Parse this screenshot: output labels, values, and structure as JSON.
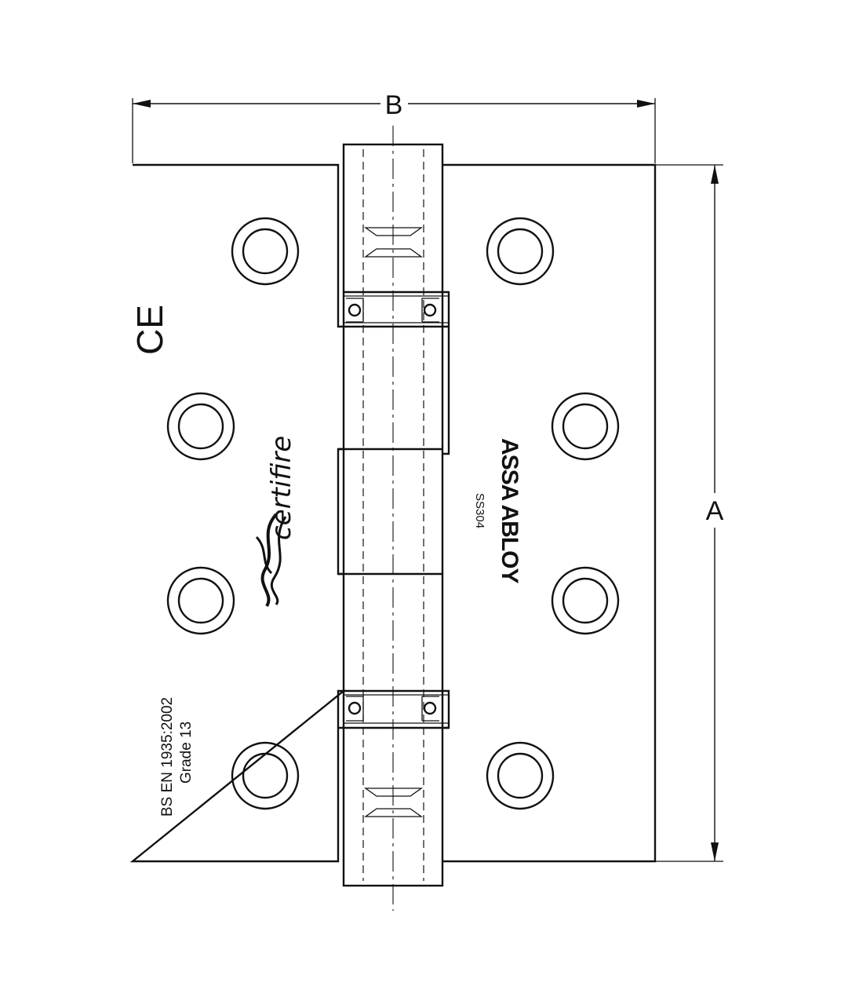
{
  "dimensions": {
    "width_label": "B",
    "height_label": "A"
  },
  "markings": {
    "ce_mark": "CE",
    "certifire_logo": "certifire",
    "brand": "ASSA ABLOY",
    "material": "SS304",
    "standard_line1": "BS  EN 1935:2002",
    "standard_line2": "Grade 13"
  },
  "colors": {
    "line": "#111111",
    "background": "#ffffff"
  }
}
